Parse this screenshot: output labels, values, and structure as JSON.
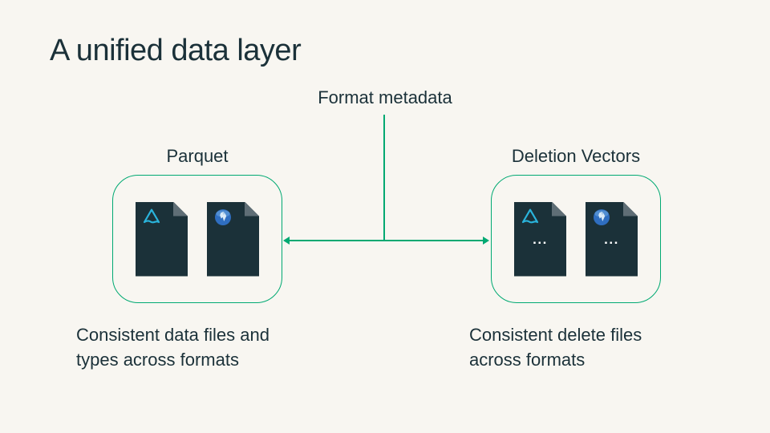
{
  "slide": {
    "title": "A unified data layer"
  },
  "colors": {
    "background": "#F8F6F1",
    "text": "#1B3139",
    "accent_green": "#00A972",
    "file_fill": "#1B3139",
    "delta_cyan": "#2AB4DC",
    "iceberg_blue": "#2F6EC0"
  },
  "diagram": {
    "metadata_label": "Format metadata",
    "parquet": {
      "label": "Parquet",
      "files": [
        {
          "icon": "delta-lake-icon"
        },
        {
          "icon": "iceberg-icon"
        }
      ],
      "caption_lines": [
        "Consistent data files and",
        "types across formats"
      ]
    },
    "deletion_vectors": {
      "label": "Deletion Vectors",
      "files": [
        {
          "icon": "delta-lake-icon",
          "dots": "..."
        },
        {
          "icon": "iceberg-icon",
          "dots": "..."
        }
      ],
      "caption_lines": [
        "Consistent delete files",
        "across formats"
      ]
    }
  }
}
